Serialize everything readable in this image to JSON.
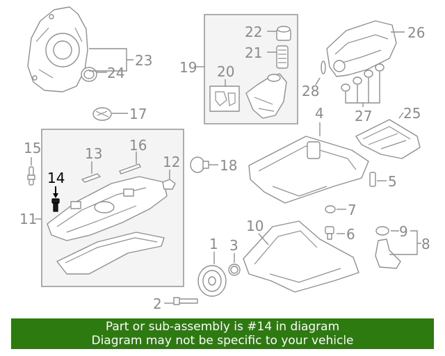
{
  "callouts": {
    "c1": "1",
    "c2": "2",
    "c3": "3",
    "c4": "4",
    "c5": "5",
    "c6": "6",
    "c7": "7",
    "c8": "8",
    "c9": "9",
    "c10": "10",
    "c11": "11",
    "c12": "12",
    "c13": "13",
    "c14": "14",
    "c15": "15",
    "c16": "16",
    "c17": "17",
    "c18": "18",
    "c19": "19",
    "c20": "20",
    "c21": "21",
    "c22": "22",
    "c23": "23",
    "c24": "24",
    "c25": "25",
    "c26": "26",
    "c27": "27",
    "c28": "28"
  },
  "highlighted_part": "14",
  "colors": {
    "banner_bg": "#2d7a10",
    "banner_text": "#ffffff",
    "highlight": "#000000",
    "linework": "#8f8f8f"
  },
  "banner": {
    "line1": "Part or sub-assembly is #14 in diagram",
    "line2": "Diagram may not be specific to your vehicle"
  }
}
